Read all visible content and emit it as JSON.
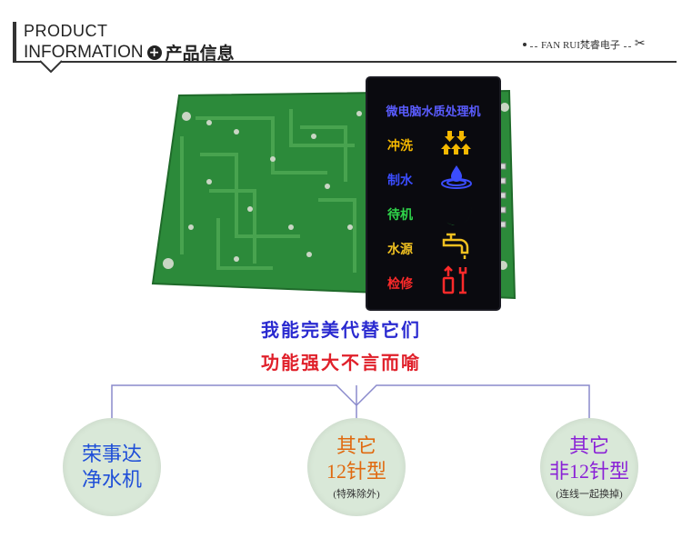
{
  "header": {
    "line1": "PRODUCT",
    "line2": "INFORMATION",
    "plus_symbol": "+",
    "cn_title": "产品信息",
    "brand": "FAN RUI梵睿电子"
  },
  "panel": {
    "title": "微电脑水质处理机",
    "items": [
      {
        "label": "冲洗",
        "icon": "flush-arrows-icon",
        "color": "#f5b800"
      },
      {
        "label": "制水",
        "icon": "water-drop-ripple-icon",
        "color": "#3b4dff"
      },
      {
        "label": "待机",
        "icon": "moon-icon",
        "color": "#2fd34a"
      },
      {
        "label": "水源",
        "icon": "faucet-icon",
        "color": "#f0c020"
      },
      {
        "label": "检修",
        "icon": "wrench-tools-icon",
        "color": "#ff2a2a"
      }
    ]
  },
  "slogan": {
    "line1": "我能完美代替它们",
    "line2": "功能强大不言而喻"
  },
  "options": [
    {
      "line1": "荣事达",
      "line2": "净水机",
      "note": "",
      "color": "#1f4fd8"
    },
    {
      "line1": "其它",
      "line2": "12针型",
      "note": "(特殊除外)",
      "color": "#e06a10"
    },
    {
      "line1": "其它",
      "line2": "非12针型",
      "note": "(连线一起换掉)",
      "color": "#8a22d6"
    }
  ],
  "colors": {
    "pcb_green": "#2c8a3a",
    "panel_bg": "#0a0a0f",
    "circle_bg": "#d9e8d8",
    "connector": "#8a8acc"
  }
}
